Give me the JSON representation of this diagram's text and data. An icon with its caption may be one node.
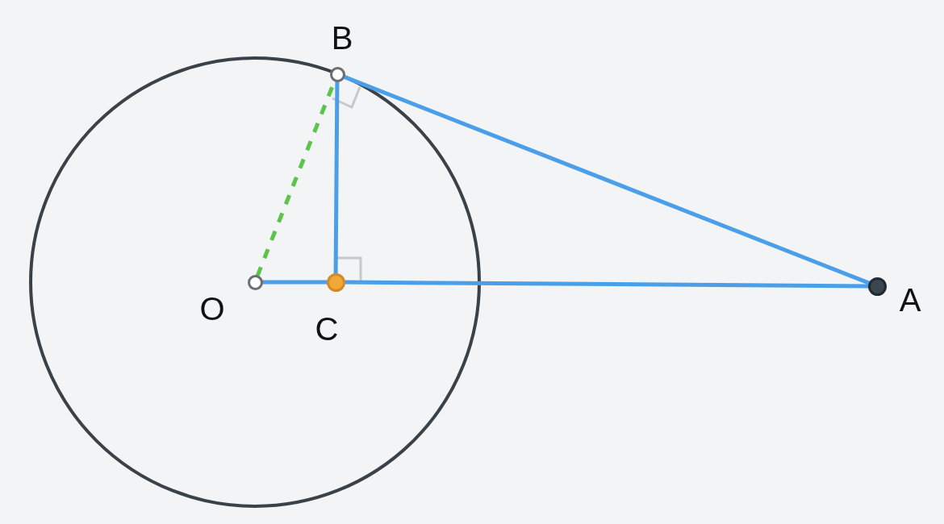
{
  "diagram": {
    "nodes": [
      {
        "text": [
          "B"
        ]
      },
      {
        "text": [
          "O"
        ]
      },
      {
        "text": [
          "C"
        ]
      },
      {
        "text": [
          "A"
        ]
      }
    ],
    "edges": [
      {
        "from": 1,
        "to": 0,
        "arrow": "none",
        "style": "dashed",
        "color": "#5cc44a"
      },
      {
        "from": 0,
        "to": 2,
        "arrow": "none"
      },
      {
        "from": 1,
        "to": 2,
        "arrow": "none"
      },
      {
        "from": 2,
        "to": 3,
        "arrow": "none"
      },
      {
        "from": 0,
        "to": 3,
        "arrow": "none"
      }
    ]
  }
}
